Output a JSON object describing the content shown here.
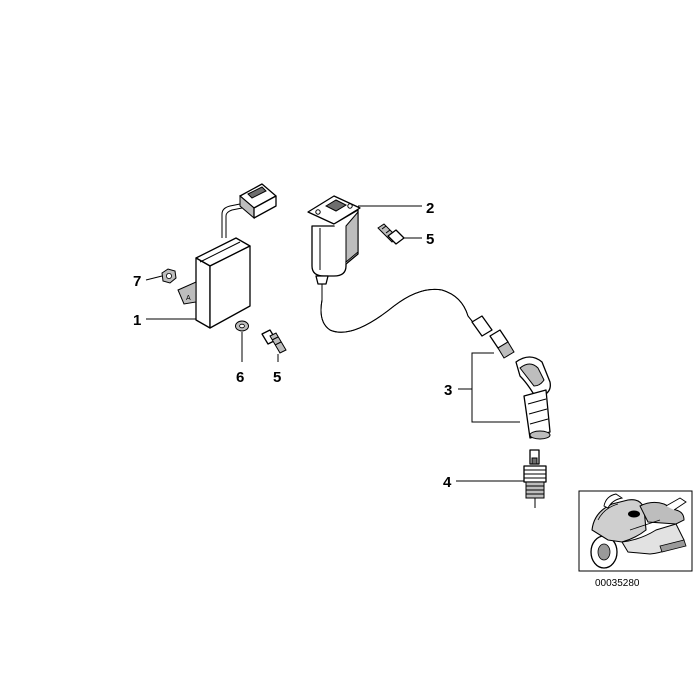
{
  "callouts": {
    "c1": "1",
    "c2": "2",
    "c3": "3",
    "c4": "4",
    "c5a": "5",
    "c5b": "5",
    "c6": "6",
    "c7": "7"
  },
  "inset": {
    "part_number": "00035280"
  }
}
